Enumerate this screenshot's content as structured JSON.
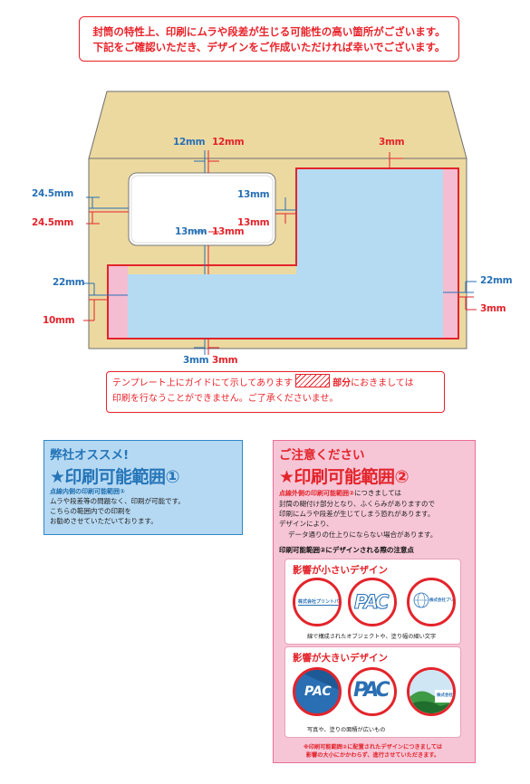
{
  "notice": {
    "line1": "封筒の特性上、印刷にムラや段差が生じる可能性の高い箇所がございます。",
    "line2": "下記をご確認いただき、デザインをご作成いただければ幸いでございます。"
  },
  "dimensions": {
    "top_blue": "12mm",
    "top_red": "12mm",
    "top_right_red": "3mm",
    "left_blue_1": "24.5mm",
    "left_red_1": "24.5mm",
    "window_right_blue": "13mm",
    "window_right_red": "13mm",
    "window_bottom_blue": "13mm",
    "window_bottom_red": "13mm",
    "left_blue_2": "22mm",
    "left_red_2": "10mm",
    "right_blue": "22mm",
    "right_red": "3mm",
    "bottom_blue": "3mm",
    "bottom_red": "3mm"
  },
  "guide": {
    "text_before": "テンプレート上にガイドにて示してあります",
    "hatch_label": "部分",
    "text_after": "におきましては",
    "line2": "印刷を行なうことができません。ご了承くださいませ。"
  },
  "panel1": {
    "heading": "弊社オススメ!",
    "title": "★印刷可能範囲①",
    "subtitle": "点線内側の印刷可能範囲①",
    "body": [
      "ムラや段差等の問題なく、印刷が可能です。",
      "こちらの範囲内での印刷を",
      "お勧めさせていただいております。"
    ]
  },
  "panel2": {
    "heading": "ご注意ください",
    "title": "★印刷可能範囲②",
    "subtitle": "点線外側の印刷可能範囲②",
    "subtitle_tail": "につきましては",
    "body": [
      "封筒の糊付け部分となり、ふくらみがありますので",
      "印刷にムラや段差が生じてしまう恐れがあります。",
      "デザインにより、",
      "データ通りの仕上りにならない場合があります。"
    ],
    "points_heading": "印刷可能範囲②にデザインされる際の注意点",
    "small_title": "影響が小さいデザイン",
    "small_caption": "線で構成されたオブジェクトや、塗り幅の細い文字",
    "large_title": "影響が大きいデザイン",
    "large_caption": "写真や、塗りの面積が広いもの",
    "footer_line1": "※印刷可能範囲②に配置されたデザインにつきましては",
    "footer_line2": "影響の大小にかかわらず、進行させていただきます。",
    "sample_company": "株式会社プリントパック",
    "sample_company_short": "株式会社プリ",
    "sample_logo": "PAC",
    "sample_company_photo": "株式会社"
  },
  "colors": {
    "red": "#e3242b",
    "blue": "#2870b5",
    "kraft": "#ecd9a0",
    "light_blue": "#b6d9f3",
    "pink": "#f6c6d7"
  }
}
